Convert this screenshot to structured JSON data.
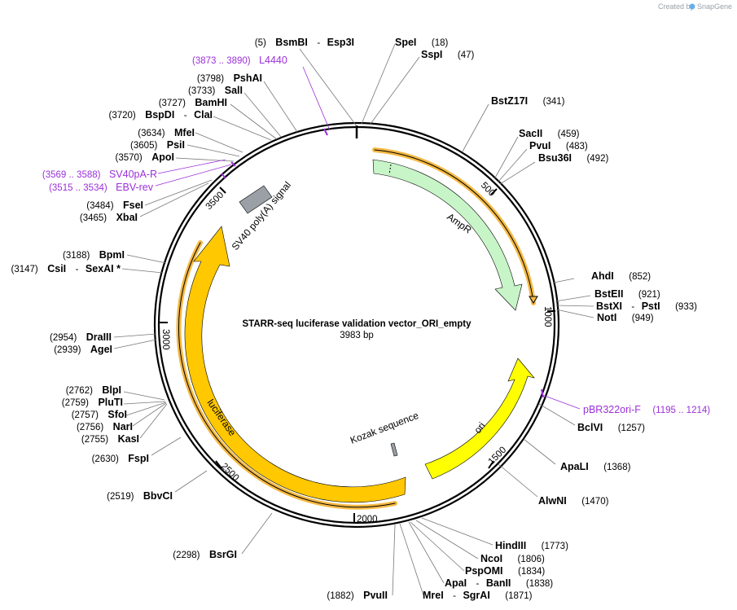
{
  "branding": {
    "created_by": "Created by",
    "app_name": "SnapGene"
  },
  "plasmid": {
    "name": "STARR-seq luciferase validation vector_ORI_empty",
    "length_label": "3983 bp"
  },
  "ticks": [
    "500",
    "1000",
    "1500",
    "2000",
    "2500",
    "3000",
    "3500"
  ],
  "features": {
    "ampr": "AmpR",
    "ori": "ori",
    "luciferase": "luciferase",
    "kozak": "Kozak sequence",
    "sv40": "SV40 poly(A) signal"
  },
  "primers": {
    "l4440": {
      "range": "(3873 .. 3890)",
      "name": "L4440"
    },
    "sv40pa_r": {
      "range": "(3569 .. 3588)",
      "name": "SV40pA-R"
    },
    "ebv_rev": {
      "range": "(3515 .. 3534)",
      "name": "EBV-rev"
    },
    "pbr322": {
      "name": "pBR322ori-F",
      "range": "(1195 .. 1214)"
    }
  },
  "sites": {
    "bsmbi": {
      "pos": "(5)",
      "name": "BsmBI",
      "sep": "-",
      "name2": "Esp3I"
    },
    "spei": {
      "name": "SpeI",
      "pos": "(18)"
    },
    "sspi": {
      "name": "SspI",
      "pos": "(47)"
    },
    "pshai": {
      "pos": "(3798)",
      "name": "PshAI"
    },
    "sali": {
      "pos": "(3733)",
      "name": "SalI"
    },
    "bamhi": {
      "pos": "(3727)",
      "name": "BamHI"
    },
    "bspdi": {
      "pos": "(3720)",
      "name": "BspDI",
      "sep": "-",
      "name2": "ClaI"
    },
    "bstz17i": {
      "name": "BstZ17I",
      "pos": "(341)"
    },
    "sacii": {
      "name": "SacII",
      "pos": "(459)"
    },
    "pvui": {
      "name": "PvuI",
      "pos": "(483)"
    },
    "bsu36i": {
      "name": "Bsu36I",
      "pos": "(492)"
    },
    "mfei": {
      "pos": "(3634)",
      "name": "MfeI"
    },
    "psii": {
      "pos": "(3605)",
      "name": "PsiI"
    },
    "apoi": {
      "pos": "(3570)",
      "name": "ApoI"
    },
    "fsei": {
      "pos": "(3484)",
      "name": "FseI"
    },
    "xbai": {
      "pos": "(3465)",
      "name": "XbaI"
    },
    "bpmi": {
      "pos": "(3188)",
      "name": "BpmI"
    },
    "csii": {
      "pos": "(3147)",
      "name": "CsiI",
      "sep": "-",
      "name2": "SexAI *"
    },
    "ahdi": {
      "name": "AhdI",
      "pos": "(852)"
    },
    "bsteii": {
      "name": "BstEII",
      "pos": "(921)"
    },
    "bstxi": {
      "name": "BstXI",
      "sep": "-",
      "name2": "PstI",
      "pos": "(933)"
    },
    "noti": {
      "name": "NotI",
      "pos": "(949)"
    },
    "draiii": {
      "pos": "(2954)",
      "name": "DraIII"
    },
    "agei": {
      "pos": "(2939)",
      "name": "AgeI"
    },
    "blpi": {
      "pos": "(2762)",
      "name": "BlpI"
    },
    "pluti": {
      "pos": "(2759)",
      "name": "PluTI"
    },
    "sfoi": {
      "pos": "(2757)",
      "name": "SfoI"
    },
    "nari": {
      "pos": "(2756)",
      "name": "NarI"
    },
    "kasi": {
      "pos": "(2755)",
      "name": "KasI"
    },
    "fspi": {
      "pos": "(2630)",
      "name": "FspI"
    },
    "bbvci": {
      "pos": "(2519)",
      "name": "BbvCI"
    },
    "bsrgi": {
      "pos": "(2298)",
      "name": "BsrGI"
    },
    "bclvi": {
      "name": "BclVI",
      "pos": "(1257)"
    },
    "apali": {
      "name": "ApaLI",
      "pos": "(1368)"
    },
    "alwni": {
      "name": "AlwNI",
      "pos": "(1470)"
    },
    "hindiii": {
      "name": "HindIII",
      "pos": "(1773)"
    },
    "ncoi": {
      "name": "NcoI",
      "pos": "(1806)"
    },
    "pspomi": {
      "name": "PspOMI",
      "pos": "(1834)"
    },
    "apai": {
      "name": "ApaI",
      "sep": "-",
      "name2": "BanII",
      "pos": "(1838)"
    },
    "mrei": {
      "name": "MreI",
      "sep": "-",
      "name2": "SgrAI",
      "pos": "(1871)"
    },
    "pvuii": {
      "pos": "(1882)",
      "name": "PvuII"
    }
  },
  "colors": {
    "backbone": "#000000",
    "ampr": "#c8f5c8",
    "ori": "#ffff00",
    "luciferase": "#ffc800",
    "orange_band": "#f5b942",
    "sv40": "#9aa0a6",
    "primer": "#9b30d9"
  }
}
